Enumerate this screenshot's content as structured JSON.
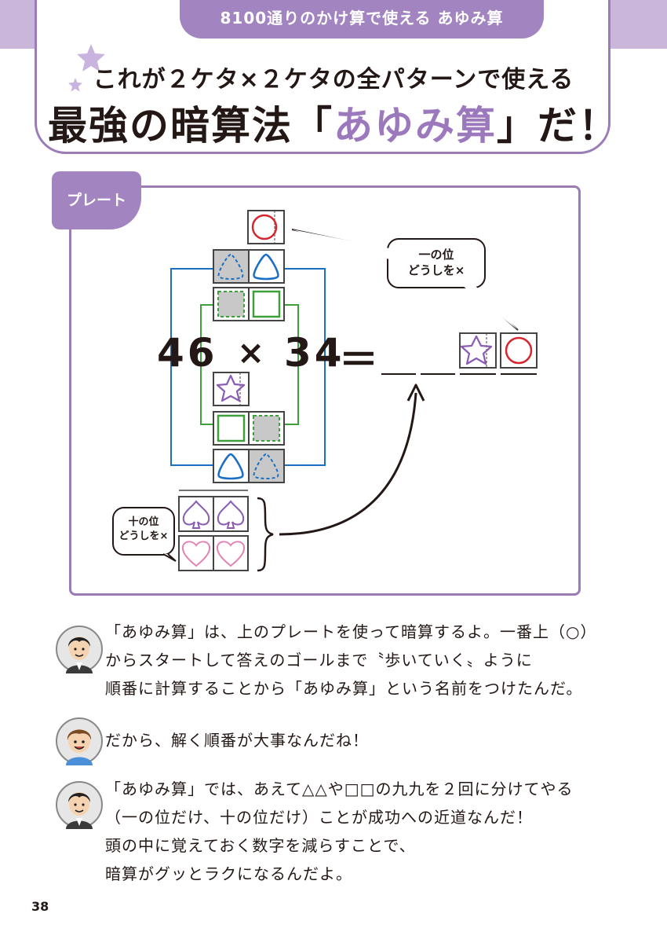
{
  "header": {
    "series_label": "8100通りのかけ算で使える あゆみ算",
    "subtitle": "これが２ケタ×２ケタの全パターンで使える",
    "title_before": "最強の暗算法「",
    "title_accent": "あゆみ算",
    "title_after": "」だ！"
  },
  "plate": {
    "tab_label": "プレート",
    "equation_left": "46",
    "equation_op": "×",
    "equation_right": "34",
    "equation_equals": "＝",
    "bubble_ones_line1": "一の位",
    "bubble_ones_line2": "どうしを×",
    "bubble_tens_line1": "十の位",
    "bubble_tens_line2": "どうしを×",
    "colors": {
      "purple": "#8a5cb3",
      "blue": "#1a6fc4",
      "green": "#3ea03a",
      "red": "#d7262f",
      "pink": "#e582b5",
      "gray": "#c8c8c8"
    }
  },
  "dialogue": [
    {
      "speaker_icon": "teacher-avatar",
      "lines": [
        "「あゆみ算」は、上のプレートを使って暗算するよ。一番上（○）",
        "からスタートして答えのゴールまで〝歩いていく〟ように",
        "順番に計算することから「あゆみ算」という名前をつけたんだ。"
      ]
    },
    {
      "speaker_icon": "student-avatar",
      "lines": [
        "だから、解く順番が大事なんだね！"
      ]
    },
    {
      "speaker_icon": "teacher-avatar",
      "lines": [
        "「あゆみ算」では、あえて△△や□□の九九を２回に分けてやる",
        "（一の位だけ、十の位だけ）ことが成功への近道なんだ！",
        "頭の中に覚えておく数字を減らすことで、",
        "暗算がグッとラクになるんだよ。"
      ]
    }
  ],
  "page_number": "38"
}
